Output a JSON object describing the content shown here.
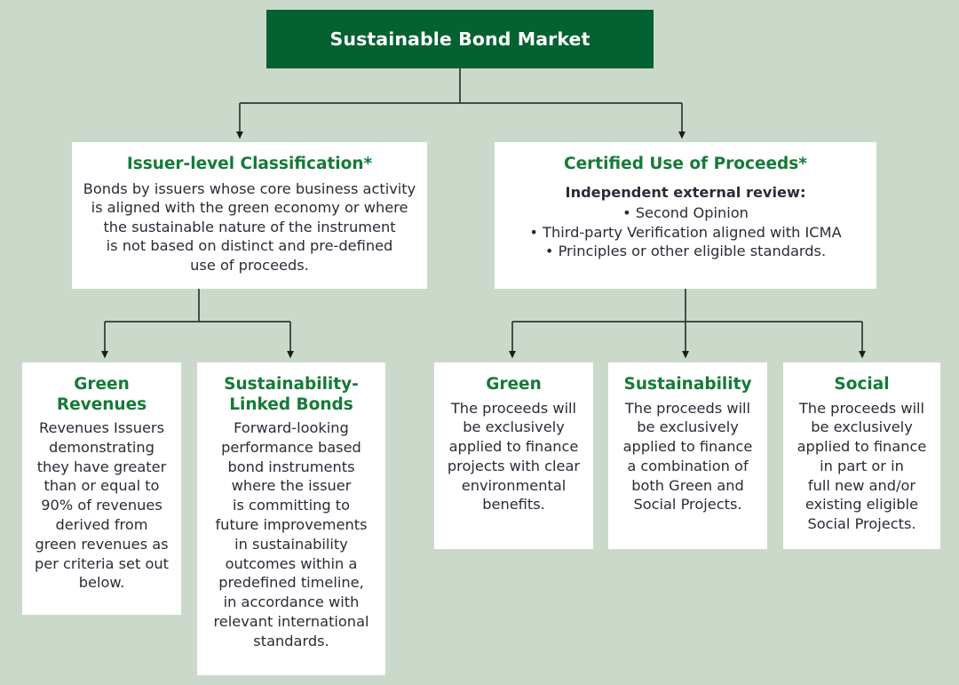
{
  "colors": {
    "background": "#cbd9cb",
    "root_fill": "#046130",
    "root_text": "#ffffff",
    "node_fill": "#ffffff",
    "heading_green": "#157a38",
    "body_text": "#2b2b38",
    "connector": "#333333"
  },
  "root": {
    "title": "Sustainable Bond Market"
  },
  "level2": [
    {
      "id": "issuer-level-classification",
      "title": "Issuer-level Classification*",
      "body_lines": [
        "Bonds by issuers whose core business activity",
        "is aligned with the green economy or where",
        "the sustainable nature of the instrument",
        "is not based on distinct and pre-defined",
        "use of proceeds."
      ]
    },
    {
      "id": "certified-use-of-proceeds",
      "title": "Certified Use of Proceeds*",
      "lead": "Independent external review:",
      "body_lines": [
        "•  Second Opinion",
        "•  Third-party Verification aligned with ICMA",
        "•  Principles or other eligible standards."
      ]
    }
  ],
  "level3": [
    {
      "id": "green-revenues",
      "title_lines": [
        "Green",
        "Revenues"
      ],
      "body_lines": [
        "Revenues Issuers",
        "demonstrating",
        "they have greater",
        "than or equal to",
        "90% of revenues",
        "derived from",
        "green revenues as",
        "per criteria set out",
        "below."
      ]
    },
    {
      "id": "sustainability-linked-bonds",
      "title_lines": [
        "Sustainability-",
        "Linked Bonds"
      ],
      "body_lines": [
        "Forward-looking",
        "performance based",
        "bond instruments",
        "where the issuer",
        "is committing to",
        "future improvements",
        "in sustainability",
        "outcomes within a",
        "predefined timeline,",
        "in accordance with",
        "relevant international",
        "standards."
      ]
    },
    {
      "id": "green",
      "title_lines": [
        "Green"
      ],
      "body_lines": [
        "The proceeds will",
        "be exclusively",
        "applied to finance",
        "projects with clear",
        "environmental",
        "benefits."
      ]
    },
    {
      "id": "sustainability",
      "title_lines": [
        "Sustainability"
      ],
      "body_lines": [
        "The proceeds will",
        "be exclusively",
        "applied to finance",
        "a combination of",
        "both Green and",
        "Social Projects."
      ]
    },
    {
      "id": "social",
      "title_lines": [
        "Social"
      ],
      "body_lines": [
        "The proceeds will",
        "be exclusively",
        "applied to finance",
        "in part or in",
        "full new and/or",
        "existing eligible",
        "Social Projects."
      ]
    }
  ]
}
